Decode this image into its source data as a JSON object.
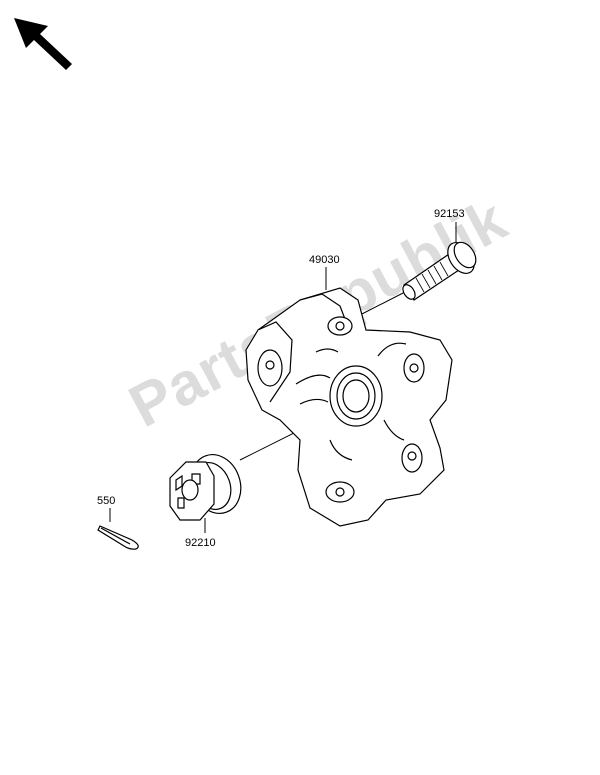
{
  "parts": [
    {
      "id": "92153",
      "label": "92153"
    },
    {
      "id": "49030",
      "label": "49030"
    },
    {
      "id": "550",
      "label": "550"
    },
    {
      "id": "92210",
      "label": "92210"
    }
  ],
  "watermark": "PartsRepublik",
  "colors": {
    "line": "#000000",
    "background": "#ffffff",
    "watermark": "#dcdcdc"
  },
  "icons": {
    "direction": "arrow-up-left-icon"
  }
}
